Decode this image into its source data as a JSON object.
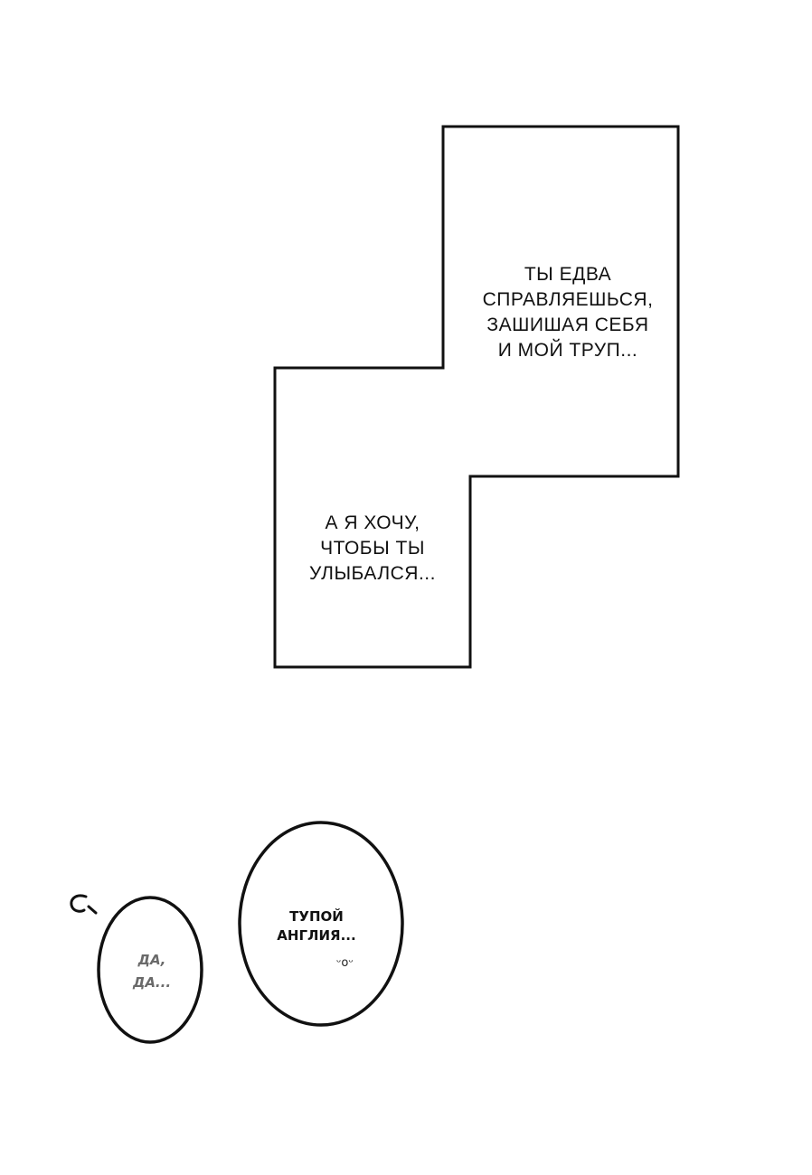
{
  "panels": {
    "top_caption": [
      "ТЫ ЕДВА",
      "СПРАВЛЯЕШЬСЯ,",
      "ЗАШИШАЯ СЕБЯ",
      "И МОЙ ТРУП..."
    ],
    "bottom_caption": [
      "А Я ХОЧУ,",
      "ЧТОБЫ ТЫ",
      "УЛЫБАЛСЯ..."
    ]
  },
  "bubbles": {
    "small": [
      "ДА,",
      "ДА..."
    ],
    "large": [
      "ТУПОЙ",
      "АНГЛИЯ..."
    ],
    "face": "ᵕoᵕ"
  },
  "colors": {
    "line": "#111111",
    "grey_text": "#6a6a6a"
  }
}
